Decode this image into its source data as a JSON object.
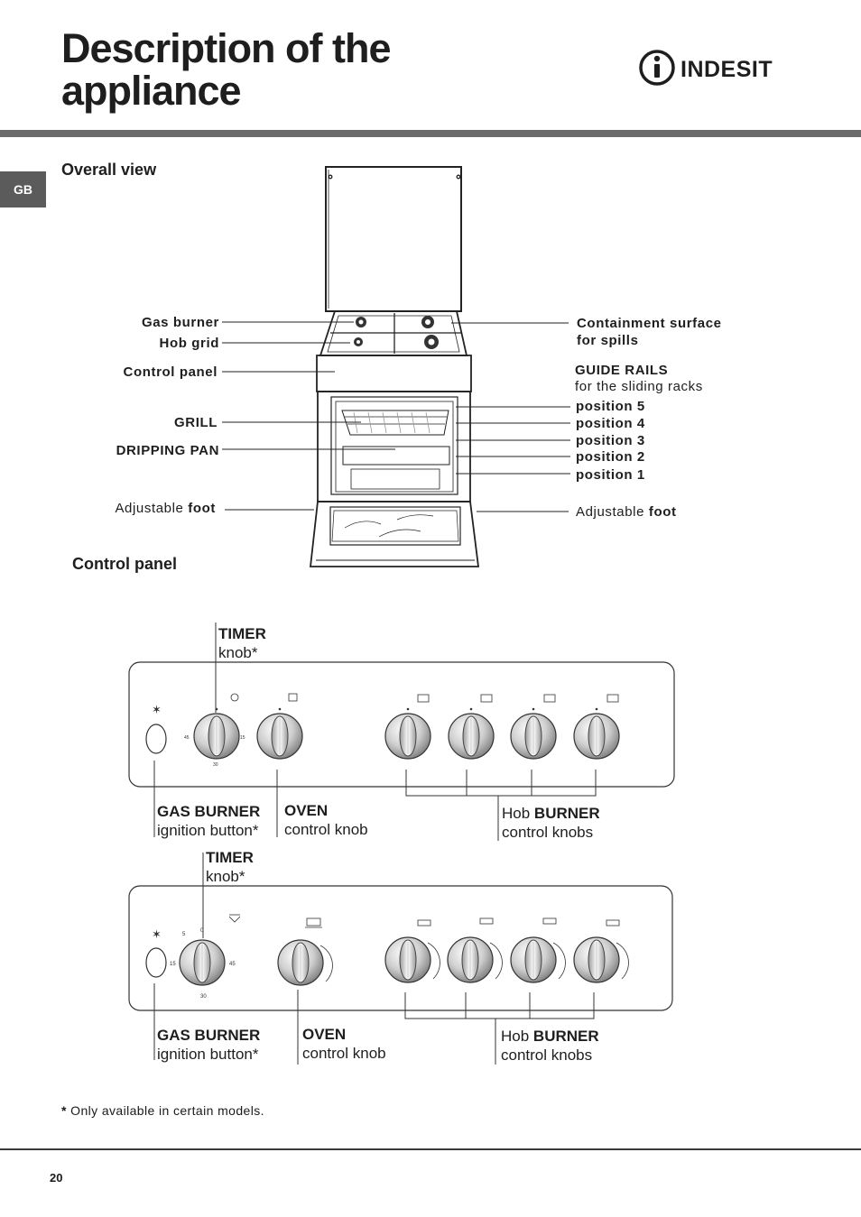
{
  "header": {
    "title_line1": "Description of the",
    "title_line2": "appliance",
    "brand": "INDESIT",
    "language_tab": "GB"
  },
  "overall_view": {
    "heading": "Overall view",
    "left_labels": {
      "gas_burner": "Gas burner",
      "hob_grid": "Hob grid",
      "control_panel": "Control panel",
      "grill": "GRILL",
      "dripping_pan": "DRIPPING PAN",
      "adjustable": "Adjustable",
      "foot": "foot"
    },
    "right_labels": {
      "containment_line1": "Containment surface",
      "containment_line2": "for spills",
      "guide_rails": "GUIDE RAILS",
      "guide_rails_sub": "for the sliding racks",
      "positions": [
        "position 5",
        "position 4",
        "position 3",
        "position 2",
        "position 1"
      ],
      "adjustable": "Adjustable",
      "foot": "foot"
    }
  },
  "control_panel": {
    "heading": "Control panel",
    "panel_a": {
      "timer_title": "TIMER",
      "timer_sub": "knob*",
      "gas_title": "GAS BURNER",
      "gas_sub": "ignition button*",
      "oven_title": "OVEN",
      "oven_sub": "control knob",
      "hob_prefix": "Hob",
      "hob_title": "BURNER",
      "hob_sub": "control knobs",
      "timer_scale": [
        "45",
        "15",
        "30"
      ]
    },
    "panel_b": {
      "timer_title": "TIMER",
      "timer_sub": "knob*",
      "gas_title": "GAS BURNER",
      "gas_sub": "ignition button*",
      "oven_title": "OVEN",
      "oven_sub": "control knob",
      "hob_prefix": "Hob",
      "hob_title": "BURNER",
      "hob_sub": "control knobs",
      "timer_scale": [
        "5",
        "0",
        "15",
        "45",
        "30"
      ]
    }
  },
  "footnote": {
    "star": "*",
    "text": "Only available in certain models."
  },
  "page_number": "20"
}
